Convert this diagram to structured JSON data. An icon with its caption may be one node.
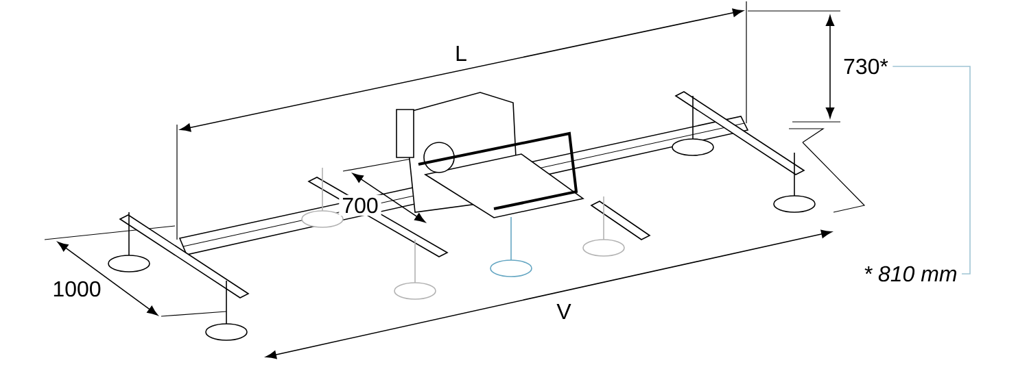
{
  "diagram": {
    "nodes": [
      {
        "text": [
          "730*"
        ]
      },
      {
        "text": [
          "* 810 mm"
        ]
      }
    ],
    "edges": [
      {
        "from": 0,
        "to": 1,
        "arrow": "none",
        "color": "#9fc4d4"
      }
    ],
    "labels": [
      "L",
      "700",
      "1000",
      "V"
    ]
  }
}
